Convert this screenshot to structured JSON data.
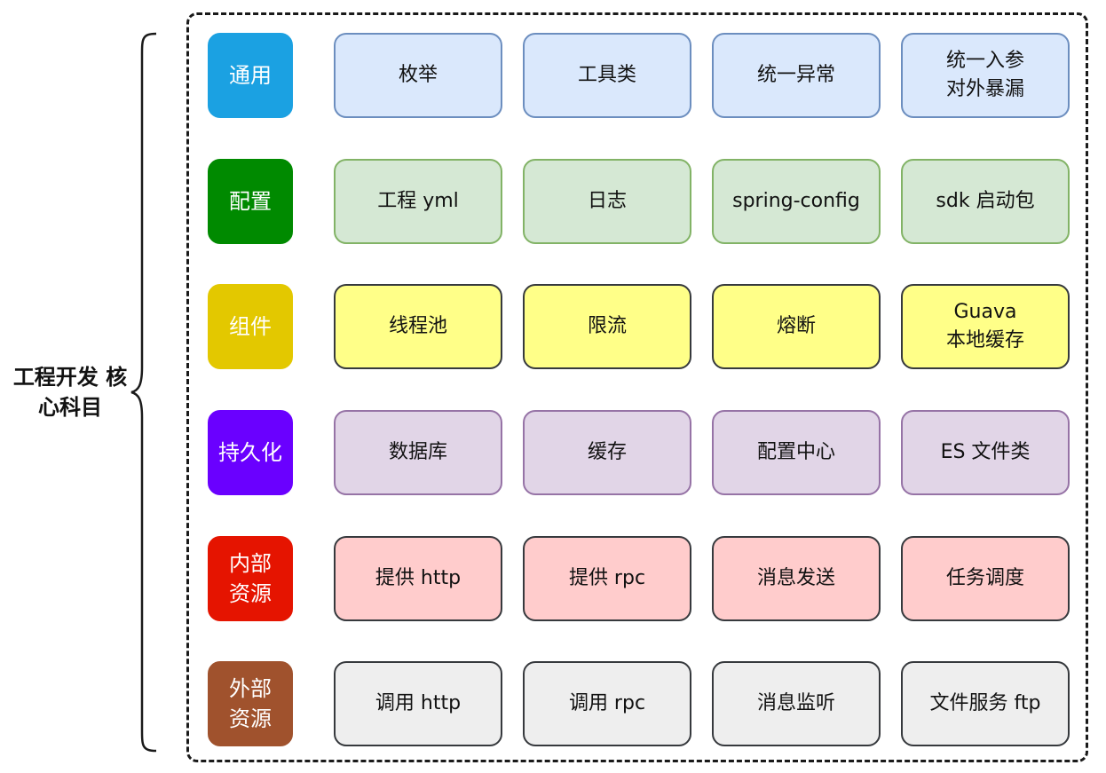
{
  "root_label": "工程开发\n核心科目",
  "rows": [
    {
      "category": "通用",
      "cat_color": "#1ba1e2",
      "item_fill": "#dae8fc",
      "item_border": "#6c8ebf",
      "items": [
        "枚举",
        "工具类",
        "统一异常",
        "统一入参\n对外暴漏"
      ]
    },
    {
      "category": "配置",
      "cat_color": "#008a00",
      "item_fill": "#d5e8d4",
      "item_border": "#82b366",
      "items": [
        "工程 yml",
        "日志",
        "spring-config",
        "sdk 启动包"
      ]
    },
    {
      "category": "组件",
      "cat_color": "#e3c800",
      "item_fill": "#ffff88",
      "item_border": "#36393d",
      "items": [
        "线程池",
        "限流",
        "熔断",
        "Guava\n本地缓存"
      ]
    },
    {
      "category": "持久化",
      "cat_color": "#6a00ff",
      "item_fill": "#e1d5e7",
      "item_border": "#9673a6",
      "items": [
        "数据库",
        "缓存",
        "配置中心",
        "ES 文件类"
      ]
    },
    {
      "category": "内部\n资源",
      "cat_color": "#e51400",
      "item_fill": "#ffcccc",
      "item_border": "#36393d",
      "items": [
        "提供 http",
        "提供 rpc",
        "消息发送",
        "任务调度"
      ]
    },
    {
      "category": "外部\n资源",
      "cat_color": "#a0522d",
      "item_fill": "#eeeeee",
      "item_border": "#36393d",
      "items": [
        "调用 http",
        "调用 rpc",
        "消息监听",
        "文件服务 ftp"
      ]
    }
  ]
}
